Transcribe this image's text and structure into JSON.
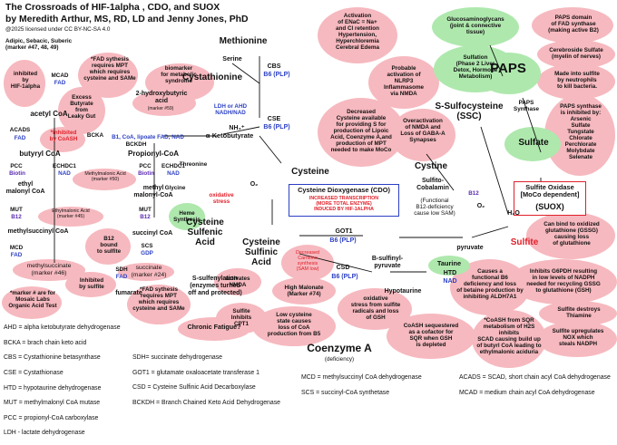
{
  "header": {
    "title": "The Crossroads of HIF-1alpha , CDO, and SUOX",
    "authors": "by Meredith Arthur, MS, RD, LD and Jenny Jones, PhD",
    "license": "@2025 licensed under CC BY-NC-SA 4.0"
  },
  "pathway": {
    "methionine": "Methionine",
    "serine": "Serine",
    "cbs": "CBS",
    "cbs_cof": "B6 (PLP)",
    "cystathionine": "Cystathionine",
    "cse": "CSE",
    "cse_cof": "B6 (PLP)",
    "nh4": "NH₄⁺",
    "alpha_kb": "α-Ketobutyrate",
    "ldh_ahd": "LDH or AHD\nNADH/NAD",
    "hydroxybutyric": "2-hydroxybutyric\nacid",
    "hydroxybutyric_marker": "(marker #59)",
    "biomarker": "biomarker\nfor metabolic\nsyndrome",
    "cysteine": "Cysteine",
    "o2": "O₂",
    "cdo_title": "Cysteine Dioxygenase (CDO)",
    "cdo_sub": "INCREASED TRANSCRIPTION\n(MORE TOTAL ENZYME)\nINDUCED BY HIF-1ALPHA",
    "cysteine_sulfinic": "Cysteine\nSulfinic\nAcid",
    "got1": "GOT1",
    "got1_cof": "B6 (PLP)",
    "b_sulfinyl": "B-sulfinyl-\npyruvate",
    "csd": "CSD",
    "csd_cof": "B6 (PLP)",
    "hypotaurine": "Hypotaurine",
    "htd": "HTD",
    "htd_cof": "NAD",
    "taurine": "Taurine",
    "pyruvate": "pyruvate",
    "sulfite": "Sulfite",
    "sulfite_oxidase": "Sulfite Oxidase\n[MoCo dependent]",
    "suox": "(SUOX)",
    "h2o": "H₂O",
    "o2b": "O₂",
    "sulfate": "Sulfate",
    "paps": "PAPS",
    "paps_synthase": "PAPS\nSynthase",
    "ssc": "S-Sulfocysteine\n(SSC)",
    "cystine": "Cystine",
    "sulfito_cobalamin": "Sulfito-\nCobalamin",
    "b12": "B12",
    "functional_b12": "(Functional\nB12-deficiency\ncause low SAM)",
    "cysteine_sulfenic": "Cysteine\nSulfenic\nAcid",
    "s_sulfenylation": "S-sulfenylation\n(enzymes turned\noff and protected)",
    "chronic_fatigue": "Chronic Fatigue?",
    "threonine": "Threonine",
    "glycine": "Glycine",
    "heme": "Heme\nSynthesis",
    "oxidative_stress": "oxidative\nstress",
    "coenzyme_a": "Coenzyme A",
    "coa_deficiency": "(deficiency)"
  },
  "left": {
    "adipic": "Adipic, Sebacic, Suberic\n(marker #47, 48, 49)",
    "inhibited_hif": "inhibited\nby\nHIF-1alpha",
    "mcad": "MCAD",
    "mcad_cof": "FAD",
    "fad_note": "*FAD sythesis\nrequires MPT\nwhich requires\ncysteine and SAMe",
    "excess_butyrate": "Excess\nButyrate\nfrom\nLeaky Gut",
    "acetyl_coa": "acetyl CoA",
    "acads": "ACADS",
    "acads_cof": "FAD",
    "inhibited_coash": "*inhibited\nby CoASH",
    "bcka": "BCKA",
    "bckdh_cof": "B1, CoA, lipoate FAD, NAD",
    "bckdh": "BCKDH",
    "butyryl_coa": "butyryl CoA",
    "propionyl_coa": "Propionyl-CoA",
    "pcc": "PCC",
    "pcc_cof": "Biotin",
    "echdc1": "ECHDC1",
    "echdc1_cof": "NAD",
    "methylmalonic_acid": "Methylmalonic Acid\n(marker #50)",
    "ethyl_malonyl": "ethyl\nmalonyl CoA",
    "pcc2": "PCC",
    "pcc2_cof": "Biotin",
    "echdc1b": "ECHDC1",
    "echdc1b_cof": "NAD",
    "methyl_malonyl": "methyl\nmalonyl-CoA",
    "ethylmalonic_acid": "Ethylmalonic Acid\n(marker #45)",
    "mut": "MUT",
    "mut_cof": "B12",
    "mut2": "MUT",
    "mut2_cof": "B12",
    "methylsuccinyl": "methylsuccinyl CoA",
    "b12_bound": "B12\nbound\nto sulfite",
    "succinyl_coa": "succinyl CoA",
    "mcd": "MCD",
    "mcd_cof": "FAD",
    "scs": "SCS",
    "scs_cof": "GDP",
    "methylsuccinate": "methylsuccinate\n(marker #46)",
    "sdh": "SDH",
    "sdh_cof": "FAD",
    "succinate": "succinate\n(marker #24)",
    "inhibited_sulfite": "Inhibited\nby sulfite",
    "fumarate": "fumarate",
    "marker_note": "*marker # are for\nMosaic Labs\nOrganic Acid Test",
    "fad_note2": "*FAD sythesis\nrequires MPT\nwhich requires\ncysteine and SAMe"
  },
  "middle": {
    "activates_nmda": "activates\nNMDA",
    "high_malonate": "High Malonate\n(Marker #74)",
    "decreased_carnitine": "Decreased\nCarnitine\nsynthesis\n(SAM low)",
    "sulfite_inhibits_cpt1": "Sulfite\nInhibits\nCPT1",
    "low_cysteine": "Low cysteine\nstate causes\nloss of CoA\nproduction from B5",
    "oxidative_stress_glutathione": "oxidative\nstress from sulfite\nradicals and loss\nof GSH",
    "coash_seq": "CoASH sequestered\nas a cofactor for\nSQR when GSH\nis depleted"
  },
  "right": {
    "activation_enac": "Activation\nof ENaC = Na+\nand Cl retention\nHypertension,\nHyperchloremia\nCerebral Edema",
    "nlrp3": "Probable\nactivation of\nNLRP3\nInflammasome\nvia NMDA",
    "decreased_cysteine": "Decreased\nCysteine available\nfor providing S for\nproduction of Lipoic\nAcid, Coenzyme A,and\nproduction of MPT\nneeded to make MoCo",
    "glycosaminoglycans": "Glucosaminoglycans\n(joint & connective\ntissue)",
    "sulfation": "Sulfation\n(Phase 2 Liver\nDetox, Hormone\nMetabolism)",
    "overactivation": "Overactivation\nof NMDA and\nLoss of GABA-A\nSynapses",
    "paps_domain": "PAPS domain\nof FAD synthase\n(making active B2)",
    "cerebroside": "Cerebroside Sulfate\n(myelin of nerves)",
    "neutrophils": "Made into sulfite\nby neutrophils\nto kill bacteria.",
    "paps_inhibited": "PAPS synthase\nis inhibited by:\nArsenic\nSulfate\nTungstate\nChlorate\nPerchlorate\nMolybdate\nSelenate",
    "bind_glutathione": "Can bind to oxidized\nglutathione (GSSG)\ncausing loss\nof glutathione",
    "inhibits_g6pdh": "Inhibits G6PDH resulting\nin low levels of NADPH\nneeded for recycling GSSG\nto glutathione (GSH)",
    "sulfite_thiamine": "Sulfite destroys\nThiamine",
    "sulfite_nox": "Sulfite upregulates\nNOX which\nsteals NADPH",
    "b6_deficiency": "Causes a\nfunctional B6\ndeficiency and loss\nof betaine production by\ninhibiting ALDH7A1",
    "coash_sqr": "*CoASH from SQR\nmetabolism of H2S inhibits\nSCAD causing build up\nof butyrl CoA leading to\nethylmalonic aciduria"
  },
  "legend": {
    "col1": [
      "AHD = alpha ketobutyrate dehydrogenase",
      "BCKA = brach chain keto acid",
      "CBS = Cystathionine betasynthase",
      "CSE = Cystathionase",
      "HTD = hypotaurine dehydrogenase",
      "MUT = methylmalonyl CoA mutase",
      "PCC = propionyl-CoA carboxylase",
      "LDH - lactate dehydrogenase"
    ],
    "col2": [
      "SDH= succinate dehydrogenase",
      "GOT1 = glutamate oxaloacetate transferase 1",
      "CSD = Cysteine Sulfinic Acid Decarboxylase",
      "BCKDH = Branch Chained Keto Acid Dehydrogenase"
    ],
    "col3": [
      "MCD = methylsuccinyl CoA dehydrogenase",
      "SCS = succinyl-CoA synthetase"
    ],
    "col4": [
      "ACADS = SCAD, short chain acyl CoA dehydrogenase",
      "MCAD = medium chain acyl CoA dehydrogenase"
    ]
  },
  "colors": {
    "pink": "#f6b9bf",
    "green": "#aee8ad",
    "blue": "#2a3fc4",
    "purple": "#5a2bb0",
    "red": "#e0202a"
  }
}
